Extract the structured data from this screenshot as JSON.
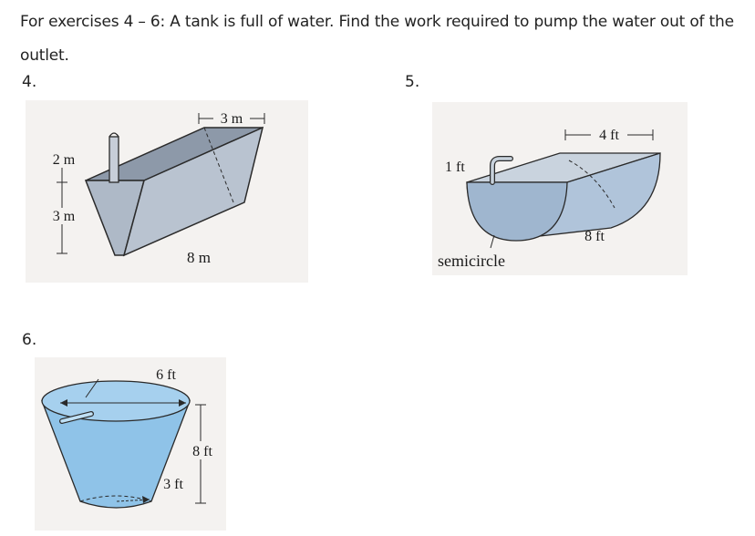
{
  "instructions": "For exercises 4 – 6: A tank is full of water. Find the work required to pump the water out of the outlet.",
  "exercises": [
    {
      "number": "4.",
      "labels": {
        "top_width": "3 m",
        "upper_height": "2 m",
        "lower_height": "3 m",
        "length": "8 m"
      }
    },
    {
      "number": "5.",
      "labels": {
        "radius": "4 ft",
        "outlet_height": "1 ft",
        "length": "8 ft",
        "shape": "semicircle"
      }
    },
    {
      "number": "6.",
      "labels": {
        "top_diameter": "6 ft",
        "height": "8 ft",
        "bottom_diameter": "3 ft"
      }
    }
  ],
  "colors": {
    "tank_fill": "#aeb9c7",
    "tank_dark": "#8d99a9",
    "cone_fill": "#8fc3e8",
    "outline": "#2a2a2a"
  }
}
